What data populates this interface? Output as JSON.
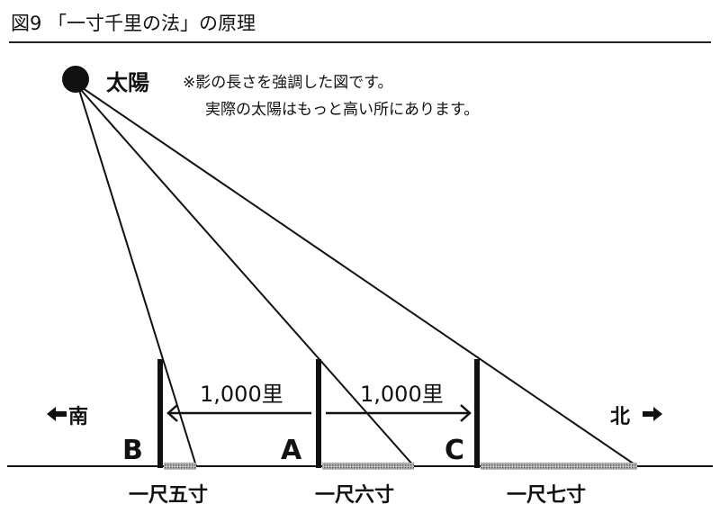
{
  "title": "図9 「一寸千里の法」の原理",
  "sun_label": "太陽",
  "note_line1": "※影の長さを強調した図です。",
  "note_line2": "実際の太陽はもっと高い所にあります。",
  "south_label": "南",
  "north_label": "北",
  "distance_left": "1,000里",
  "distance_right": "1,000里",
  "posts": [
    {
      "label": "B",
      "shadow": "一尺五寸"
    },
    {
      "label": "A",
      "shadow": "一尺六寸"
    },
    {
      "label": "C",
      "shadow": "一尺七寸"
    }
  ]
}
